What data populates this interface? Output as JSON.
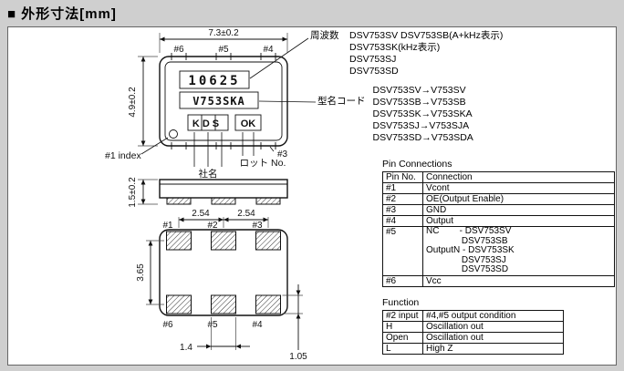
{
  "page": {
    "title": "■ 外形寸法[mm]"
  },
  "colors": {
    "background": "#cfcfcf",
    "panel": "#ffffff",
    "line": "#111111"
  },
  "top_view": {
    "dim_width": "7.3±0.2",
    "dim_height": "4.9±0.2",
    "pins_top": [
      "#6",
      "#5",
      "#4"
    ],
    "pin_bottom_right": "#3",
    "index_label": "#1 index",
    "marking_frequency": "10625",
    "marking_model": "V753SKA",
    "marking_maker": "KDS",
    "marking_lot": "OK",
    "label_company": "社名",
    "label_lot": "ロット No."
  },
  "side_view": {
    "dim_height": "1.5±0.2"
  },
  "bottom_view": {
    "pins_top": [
      "#1",
      "#2",
      "#3"
    ],
    "pins_bottom": [
      "#6",
      "#5",
      "#4"
    ],
    "dim_pitch_left": "2.54",
    "dim_pitch_right": "2.54",
    "dim_row_pitch": "3.65",
    "dim_pad_width": "1.4",
    "dim_pad_height": "1.05"
  },
  "frequency_note": {
    "label": "周波数",
    "line1": "DSV753SV DSV753SB(A+kHz表示)",
    "line2": "DSV753SK(kHz表示)",
    "line3": "DSV753SJ",
    "line4": "DSV753SD"
  },
  "model_code_note": {
    "label": "型名コード",
    "lines": [
      "DSV753SV→V753SV",
      "DSV753SB→V753SB",
      "DSV753SK→V753SKA",
      "DSV753SJ→V753SJA",
      "DSV753SD→V753SDA"
    ]
  },
  "pin_table": {
    "title": "Pin Connections",
    "headers": [
      "Pin No.",
      "Connection"
    ],
    "rows": [
      {
        "pin": "#1",
        "connection": "Vcont"
      },
      {
        "pin": "#2",
        "connection": "OE(Output Enable)"
      },
      {
        "pin": "#3",
        "connection": "GND"
      },
      {
        "pin": "#4",
        "connection": "Output"
      },
      {
        "pin": "#5",
        "connection_lines": [
          "NC        - DSV753SV",
          "              DSV753SB",
          "OutputN - DSV753SK",
          "              DSV753SJ",
          "              DSV753SD"
        ]
      },
      {
        "pin": "#6",
        "connection": "Vcc"
      }
    ]
  },
  "function_table": {
    "title": "Function",
    "headers": [
      "#2 input",
      "#4,#5 output condition"
    ],
    "rows": [
      {
        "input": "H",
        "condition": "Oscillation out"
      },
      {
        "input": "Open",
        "condition": "Oscillation out"
      },
      {
        "input": "L",
        "condition": "High Z"
      }
    ]
  }
}
